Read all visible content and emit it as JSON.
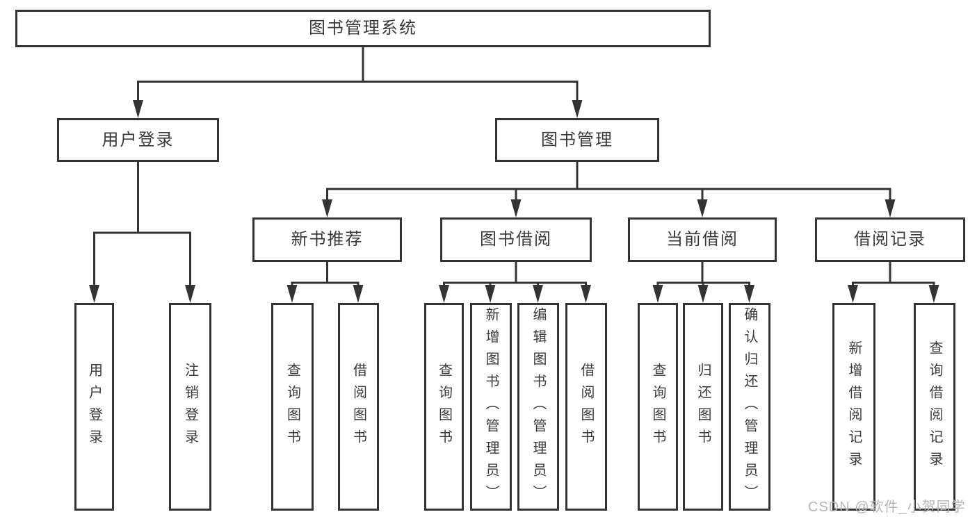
{
  "diagram_title": "图书管理系统",
  "watermark": "CSDN @软件_小贺同学",
  "colors": {
    "line": "#333333",
    "box_border": "#333333",
    "text": "#3a3a3a",
    "watermark": "#b5b5b5",
    "background": "#ffffff"
  },
  "tree": {
    "root": {
      "label": "图书管理系统"
    },
    "branches": [
      {
        "label": "用户登录",
        "children": [
          {
            "label": "用户登录"
          },
          {
            "label": "注销登录"
          }
        ]
      },
      {
        "label": "图书管理",
        "children": [
          {
            "label": "新书推荐",
            "children": [
              {
                "label": "查询图书"
              },
              {
                "label": "借阅图书"
              }
            ]
          },
          {
            "label": "图书借阅",
            "children": [
              {
                "label": "查询图书"
              },
              {
                "label": "新增图书（管理员）"
              },
              {
                "label": "编辑图书（管理员）"
              },
              {
                "label": "借阅图书"
              }
            ]
          },
          {
            "label": "当前借阅",
            "children": [
              {
                "label": "查询图书"
              },
              {
                "label": "归还图书"
              },
              {
                "label": "确认归还（管理员）"
              }
            ]
          },
          {
            "label": "借阅记录",
            "children": [
              {
                "label": "新增借阅记录"
              },
              {
                "label": "查询借阅记录"
              }
            ]
          }
        ]
      }
    ]
  }
}
